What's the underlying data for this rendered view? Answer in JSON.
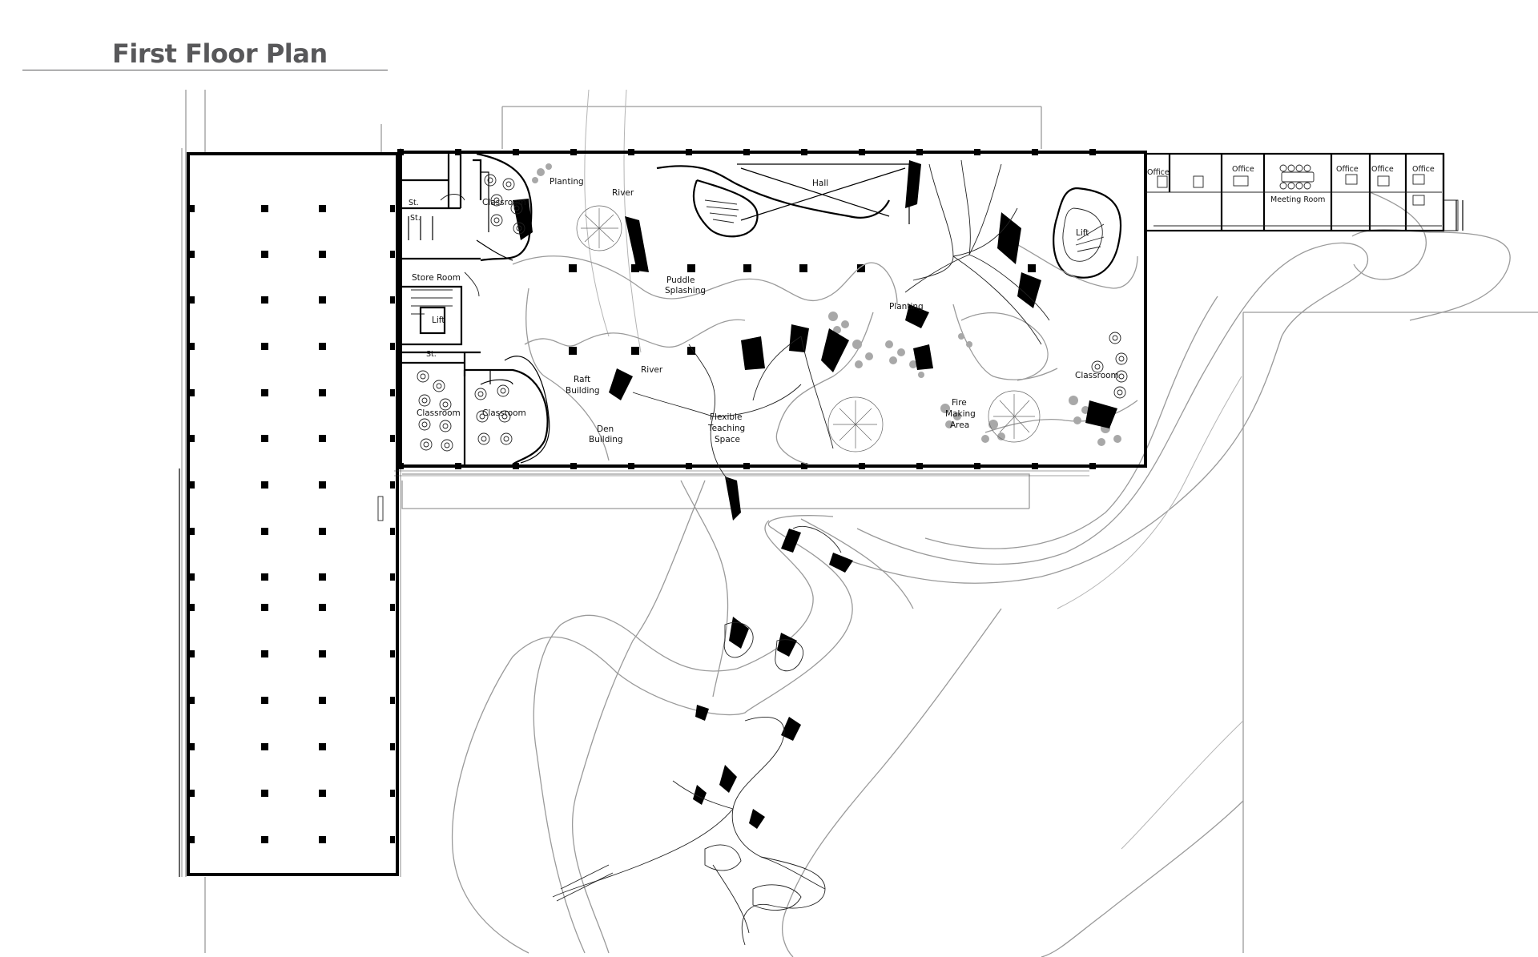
{
  "title": "First Floor Plan",
  "rooms": {
    "planting_north": "Planting",
    "river_north": "River",
    "hall": "Hall",
    "classroom_nw": "Classroom",
    "st_1": "St.",
    "st_2": "St.",
    "st_3": "St.",
    "store_room": "Store Room",
    "lift_west": "Lift",
    "puddle": "Puddle",
    "splashing": "Splashing",
    "planting_center": "Planting",
    "lift_east": "Lift",
    "classroom_sw1": "Classroom",
    "classroom_sw2": "Classroom",
    "raft": "Raft",
    "building_raft": "Building",
    "river_south": "River",
    "den": "Den",
    "building_den": "Building",
    "flexible": "Flexible",
    "teaching": "Teaching",
    "space": "Space",
    "fire": "Fire",
    "making": "Making",
    "area": "Area",
    "classroom_east": "Classroom",
    "office_1": "Office",
    "office_2": "Office",
    "meeting_room": "Meeting Room",
    "office_3": "Office",
    "office_4": "Office",
    "office_5": "Office"
  }
}
